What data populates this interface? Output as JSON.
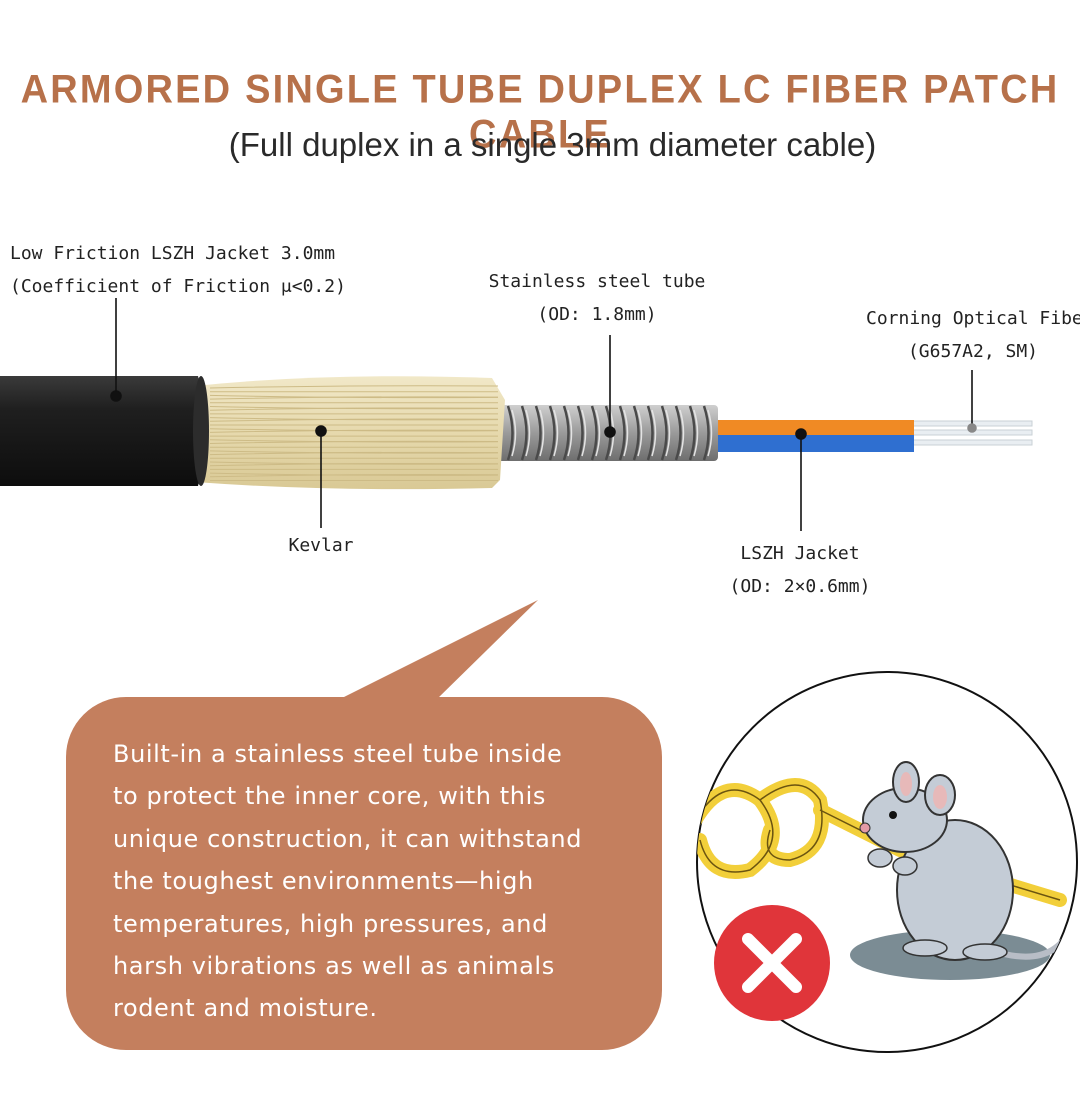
{
  "header": {
    "title": "ARMORED SINGLE TUBE DUPLEX LC FIBER PATCH CABLE",
    "subtitle": "(Full duplex in a single 3mm diameter cable)"
  },
  "labels": {
    "jacket": {
      "line1": "Low Friction LSZH Jacket 3.0mm",
      "line2": "(Coefficient of Friction μ<0.2)"
    },
    "steel_tube": {
      "line1": "Stainless steel tube",
      "line2": "(OD: 1.8mm)"
    },
    "optical_fiber": {
      "line1": "Corning Optical Fiber",
      "line2": "(G657A2, SM)"
    },
    "kevlar": {
      "line1": "Kevlar"
    },
    "inner_jacket": {
      "line1": "LSZH Jacket",
      "line2": "(OD: 2×0.6mm)"
    }
  },
  "callout": {
    "text": "Built-in a stainless steel tube inside\nto protect the inner core, with this\nunique construction, it can withstand\nthe toughest environments—high\ntemperatures, high pressures, and\nharsh vibrations as well as animals\nrodent and moisture."
  },
  "colors": {
    "title": "#b7714a",
    "callout_fill": "#c47f5e",
    "jacket": "#1d1d1d",
    "kevlar": "#e8dcb4",
    "steel": "#9a9a9a",
    "fiber_orange": "#f08a24",
    "fiber_blue": "#2f6fd0",
    "reject": "#e0353a"
  },
  "icons": [
    "reject-x-icon",
    "rodent-illustration"
  ]
}
